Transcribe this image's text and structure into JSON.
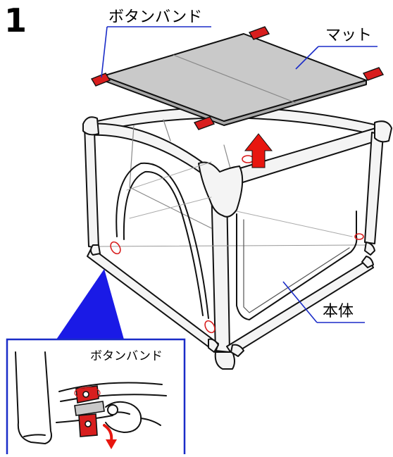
{
  "step_number": "1",
  "labels": {
    "button_band_top": "ボタンバンド",
    "mat": "マット",
    "body": "本体",
    "button_band_inset": "ボタンバンド"
  },
  "colors": {
    "leader_line": "#1a2cc8",
    "inset_frame": "#1a2cc8",
    "pointer_triangle": "#1a1ae6",
    "band_red": "#d81e1e",
    "arrow_red": "#e8160f",
    "mat_gray": "#c9c9c9",
    "frame_fill": "#f4f4f4",
    "outline": "#111111"
  },
  "icons": {
    "up_arrow": "up-arrow-icon",
    "curved_arrow": "curved-down-arrow-icon"
  }
}
